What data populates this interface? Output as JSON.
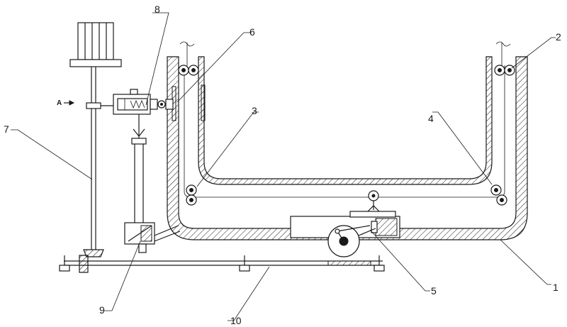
{
  "labels": {
    "l1": "1",
    "l2": "2",
    "l3": "3",
    "l4": "4",
    "l5": "5",
    "l6": "6",
    "l7": "7",
    "l8": "8",
    "l9": "9",
    "l10": "10",
    "section": "A"
  },
  "colors": {
    "line": "#1a1a1a",
    "background": "#ffffff"
  }
}
